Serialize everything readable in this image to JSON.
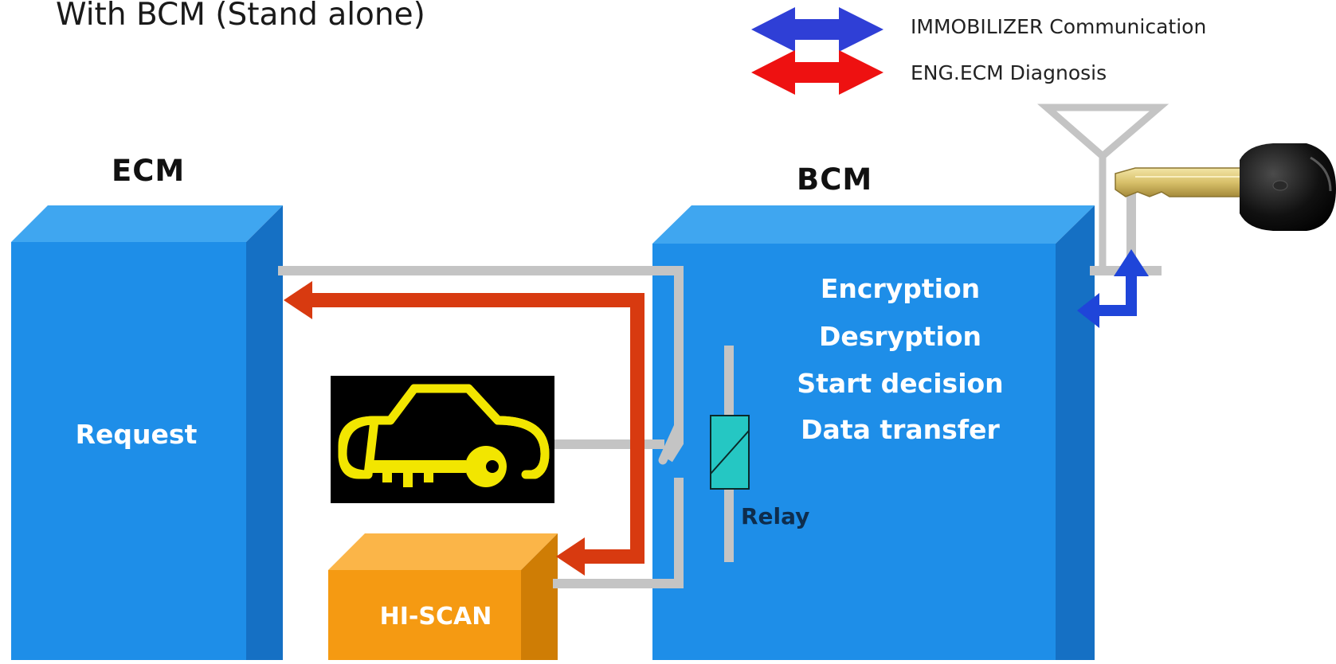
{
  "title": "With BCM (Stand alone)",
  "legend": [
    {
      "label": "IMMOBILIZER Communication",
      "color": "#2f3fd6"
    },
    {
      "label": "ENG.ECM Diagnosis",
      "color": "#ee1111"
    }
  ],
  "ecm": {
    "title": "ECM",
    "function": "Request"
  },
  "bcm": {
    "title": "BCM",
    "functions": [
      "Encryption",
      "Desryption",
      "Start decision",
      "Data transfer"
    ]
  },
  "relay": {
    "label": "Relay"
  },
  "hiscan": {
    "label": "HI-SCAN"
  },
  "warning_lamp": {
    "icon": "immobilizer-warning-lamp-icon",
    "color": "#f2e600"
  },
  "key": {
    "icon": "car-key-icon"
  },
  "antenna": {
    "icon": "antenna-icon"
  },
  "colors": {
    "block_face": "#1e8ee8",
    "block_top": "#3fa6f0",
    "block_side": "#1570c4",
    "diagnosis_line": "#d83a10",
    "immobilizer_line": "#1f45d9",
    "wire": "#c4c4c4",
    "hiscan_face": "#f59a12",
    "relay_fill": "#25c7c3"
  }
}
